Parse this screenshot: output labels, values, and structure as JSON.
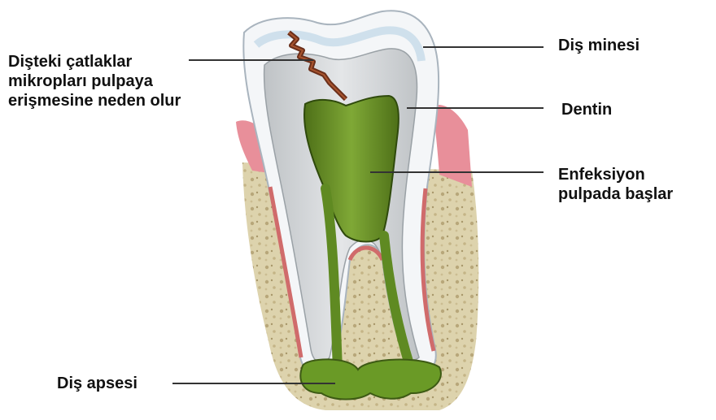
{
  "labels": {
    "cracks": {
      "lines": [
        "Dişteki çatlaklar",
        "mikropları pulpaya",
        "erişmesine neden olur"
      ]
    },
    "enamel": "Diş minesi",
    "dentin": "Dentin",
    "infection": {
      "lines": [
        "Enfeksiyon",
        "pulpada başlar"
      ]
    },
    "abscess": "Diş apsesi"
  },
  "colors": {
    "enamel": "#f4f6f8",
    "enamel_edge": "#b9c3cc",
    "dentin": "#d9dcdf",
    "dentin_light": "#e6e8ea",
    "pulp": "#6e9a2c",
    "pulp_dark": "#3d5a14",
    "gum": "#e88f9a",
    "bone": "#d8cfa8",
    "crack": "#6b2f1a",
    "line": "#333333"
  }
}
